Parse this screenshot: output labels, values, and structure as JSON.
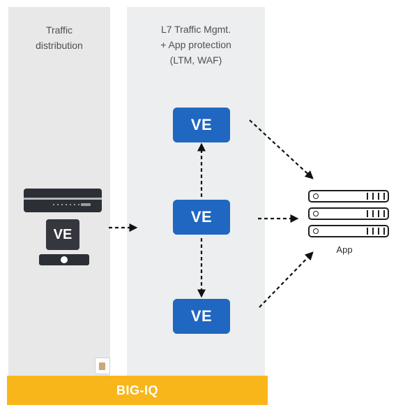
{
  "panels": {
    "traffic": {
      "title_line1": "Traffic",
      "title_line2": "distribution"
    },
    "management": {
      "title_line1": "L7 Traffic Mgmt.",
      "title_line2": "+ App protection",
      "title_line3": "(LTM, WAF)"
    }
  },
  "nodes": {
    "ve_software": "VE",
    "ve_top": "VE",
    "ve_middle": "VE",
    "ve_bottom": "VE",
    "app": "App"
  },
  "footer": {
    "label": "BIG-IQ"
  },
  "colors": {
    "ve_blue": "#1f67c0",
    "bigiq_orange": "#f9b61b",
    "panel_gray": "#e8e8e9",
    "hardware_dark": "#2d2f36"
  }
}
